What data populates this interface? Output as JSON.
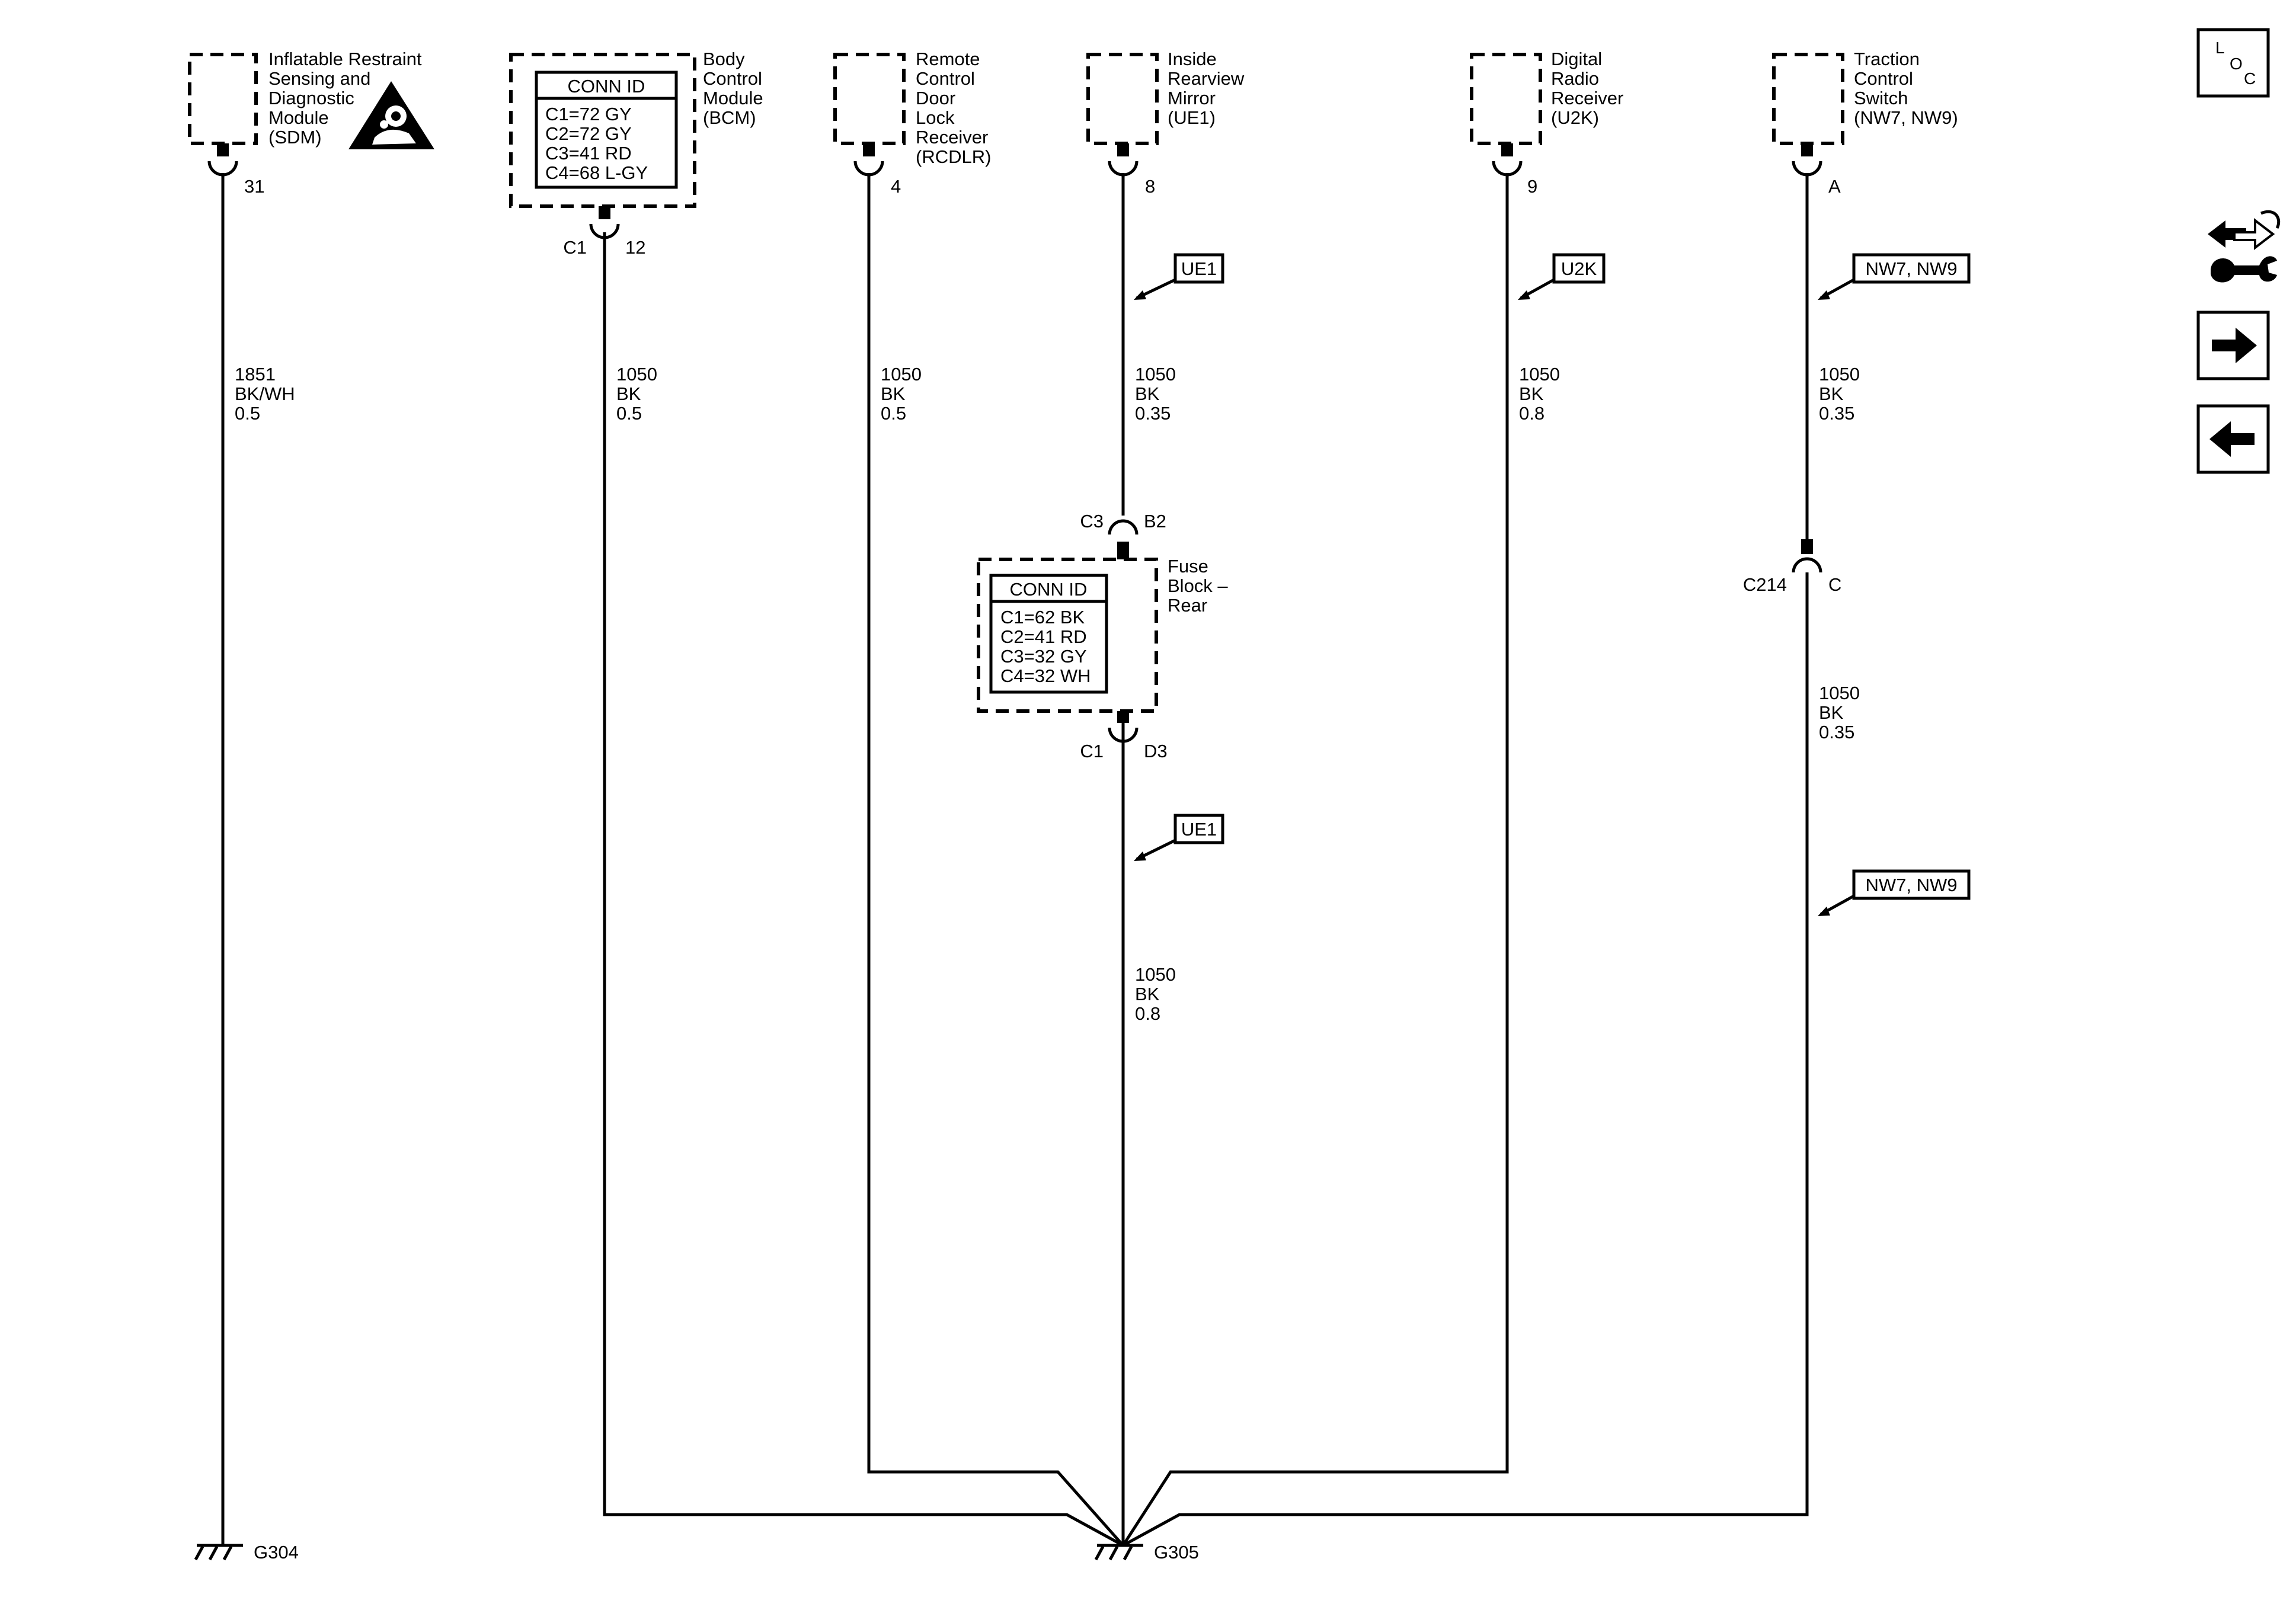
{
  "colors": {
    "line": "#000000",
    "background": "#ffffff"
  },
  "modules": {
    "sdm": {
      "name": [
        "Inflatable Restraint",
        "Sensing and",
        "Diagnostic",
        "Module",
        "(SDM)"
      ],
      "pin": "31",
      "icon": "airbag-warning-icon"
    },
    "bcm": {
      "name": [
        "Body",
        "Control",
        "Module",
        "(BCM)"
      ],
      "conn_id_title": "CONN ID",
      "conn_ids": [
        "C1=72 GY",
        "C2=72 GY",
        "C3=41 RD",
        "C4=68 L-GY"
      ],
      "connector": "C1",
      "pin": "12"
    },
    "rcdlr": {
      "name": [
        "Remote",
        "Control",
        "Door",
        "Lock",
        "Receiver",
        "(RCDLR)"
      ],
      "pin": "4"
    },
    "mirror": {
      "name": [
        "Inside",
        "Rearview",
        "Mirror",
        "(UE1)"
      ],
      "pin": "8"
    },
    "radio": {
      "name": [
        "Digital",
        "Radio",
        "Receiver",
        "(U2K)"
      ],
      "pin": "9"
    },
    "traction": {
      "name": [
        "Traction",
        "Control",
        "Switch",
        "(NW7, NW9)"
      ],
      "pin": "A"
    },
    "fuse_block": {
      "name": [
        "Fuse",
        "Block –",
        "Rear"
      ],
      "conn_id_title": "CONN ID",
      "conn_ids": [
        "C1=62 BK",
        "C2=41 RD",
        "C3=32 GY",
        "C4=32 WH"
      ],
      "top_connector": "C3",
      "top_pin": "B2",
      "bottom_connector": "C1",
      "bottom_pin": "D3"
    }
  },
  "wires": {
    "sdm": [
      "1851",
      "BK/WH",
      "0.5"
    ],
    "bcm": [
      "1050",
      "BK",
      "0.5"
    ],
    "rcdlr": [
      "1050",
      "BK",
      "0.5"
    ],
    "mirror_upper": [
      "1050",
      "BK",
      "0.35"
    ],
    "mirror_lower": [
      "1050",
      "BK",
      "0.8"
    ],
    "radio": [
      "1050",
      "BK",
      "0.8"
    ],
    "traction_upper": [
      "1050",
      "BK",
      "0.35"
    ],
    "traction_lower": [
      "1050",
      "BK",
      "0.35"
    ]
  },
  "options": {
    "mirror_upper": "UE1",
    "mirror_lower": "UE1",
    "radio": "U2K",
    "traction_upper": "NW7, NW9",
    "traction_lower": "NW7, NW9"
  },
  "inline_connector": {
    "id": "C214",
    "pin": "C"
  },
  "grounds": {
    "g304": "G304",
    "g305": "G305"
  },
  "nav": {
    "loc_letters": [
      "L",
      "O",
      "C"
    ],
    "loc_icon": "location-view-icon",
    "component_view_icon": "wiring-tool-icon",
    "next_icon": "arrow-right-icon",
    "previous_icon": "arrow-left-icon"
  }
}
